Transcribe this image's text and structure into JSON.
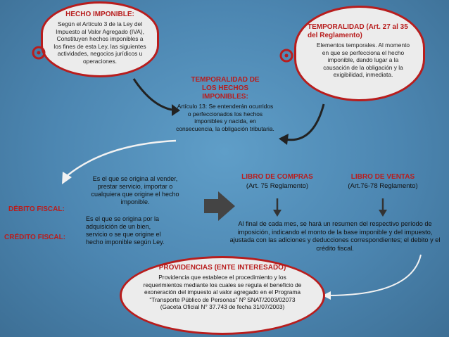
{
  "hecho": {
    "title": "HECHO IMPONIBLE:",
    "body": "Según el Artículo 3 de la Ley del Impuesto al Valor Agregado (IVA), Constituyen hechos imponibles a los fines de esta Ley, las siguientes actividades, negocios jurídicos u operaciones."
  },
  "temporalidad_reg": {
    "title": "TEMPORALIDAD (Art. 27 al 35 del Reglamento)",
    "body": "Elementos temporales. Al momento en que se perfecciona el hecho imponible, dando lugar a la causación de la obligación y la exigibilidad, inmediata."
  },
  "temporalidad_hechos": {
    "title": "TEMPORALIDAD DE LOS HECHOS IMPONIBLES:",
    "body": "Artículo 13: Se entenderán ocurridos o perfeccionados los hechos imponibles y nacida, en consecuencia, la obligación tributaria."
  },
  "debito": {
    "label": "DÉBITO FISCAL:",
    "body": "Es el que se origina al vender, prestar servicio, importar o cualquiera que origine el hecho imponible."
  },
  "credito": {
    "label": "CRÉDITO FISCAL:",
    "body": "Es el que se origina por la adquisición de un bien, servicio o se que origine el hecho imponible según Ley."
  },
  "libro_compras": {
    "title": "LIBRO DE COMPRAS",
    "ref": "(Art. 75 Reglamento)"
  },
  "libro_ventas": {
    "title": "LIBRO DE VENTAS",
    "ref": "(Art.76-78 Reglamento)"
  },
  "resumen": "Al final de cada mes, se hará un resumen del respectivo período de imposición, indicando el monto de la base imponible y del impuesto, ajustada con las adiciones y deducciones correspondientes; el debito y el crédito fiscal.",
  "providencias": {
    "title": "PROVIDENCIAS (ENTE INTERESADO)",
    "body": "Providencia que establece el procedimiento y los requerimientos mediante los cuales se regula el beneficio de exoneración del impuesto al valor agregado en el Programa “Transporte Público de Personas” Nº SNAT/2003/02073 (Gaceta Oficial N° 37.743 de fecha 31/07/2003)"
  },
  "colors": {
    "accent": "#b81d1d",
    "cloud": "#ececec",
    "background": "#4c86b1"
  }
}
